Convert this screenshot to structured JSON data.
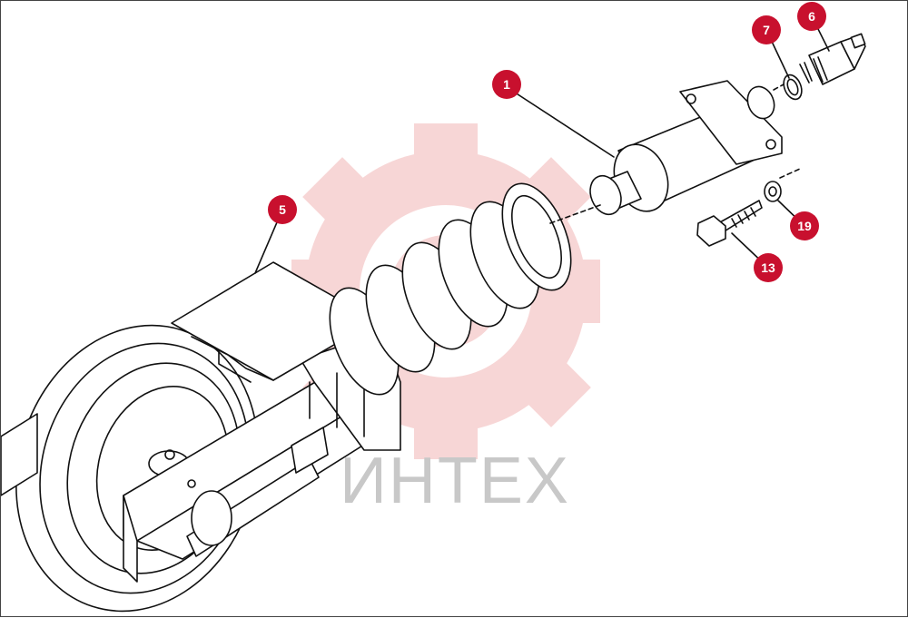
{
  "watermark": {
    "text": "ИНТЕХ",
    "color": "#f2b6b6",
    "text_color": "#c8c8c8"
  },
  "callout_color": "#c8102e",
  "callouts": [
    {
      "id": "1",
      "label": "1"
    },
    {
      "id": "5",
      "label": "5"
    },
    {
      "id": "6",
      "label": "6"
    },
    {
      "id": "7",
      "label": "7"
    },
    {
      "id": "13",
      "label": "13"
    },
    {
      "id": "19",
      "label": "19"
    }
  ]
}
